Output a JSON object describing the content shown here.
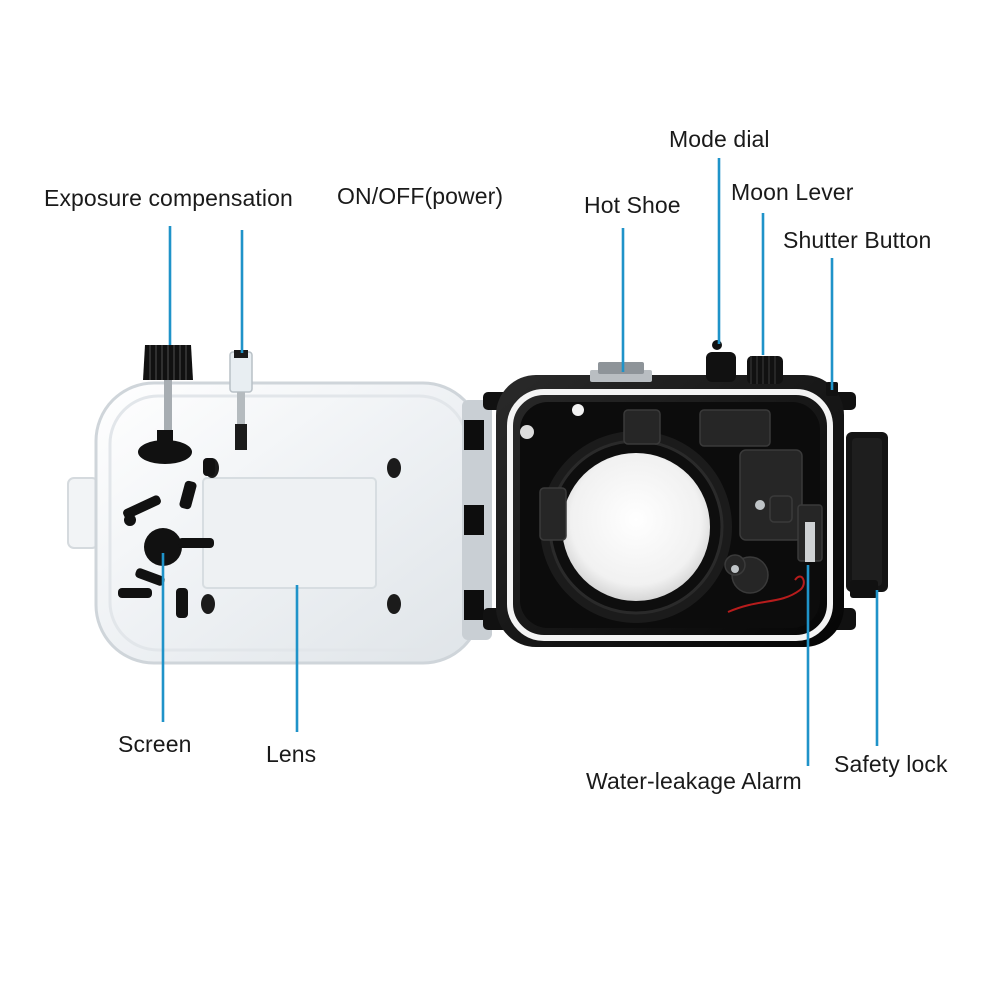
{
  "labels": {
    "exposure": "Exposure compensation",
    "power": "ON/OFF(power)",
    "hotshoe": "Hot Shoe",
    "modedial": "Mode dial",
    "moonlever": "Moon Lever",
    "shutter": "Shutter Button",
    "screen": "Screen",
    "lens": "Lens",
    "leakage": "Water-leakage Alarm",
    "safetylock": "Safety lock"
  },
  "colors": {
    "leader_line": "#1f93c9",
    "housing_black": "#111111",
    "clear_shell": "#eef2f5",
    "seal_white": "#f4f4f4"
  }
}
